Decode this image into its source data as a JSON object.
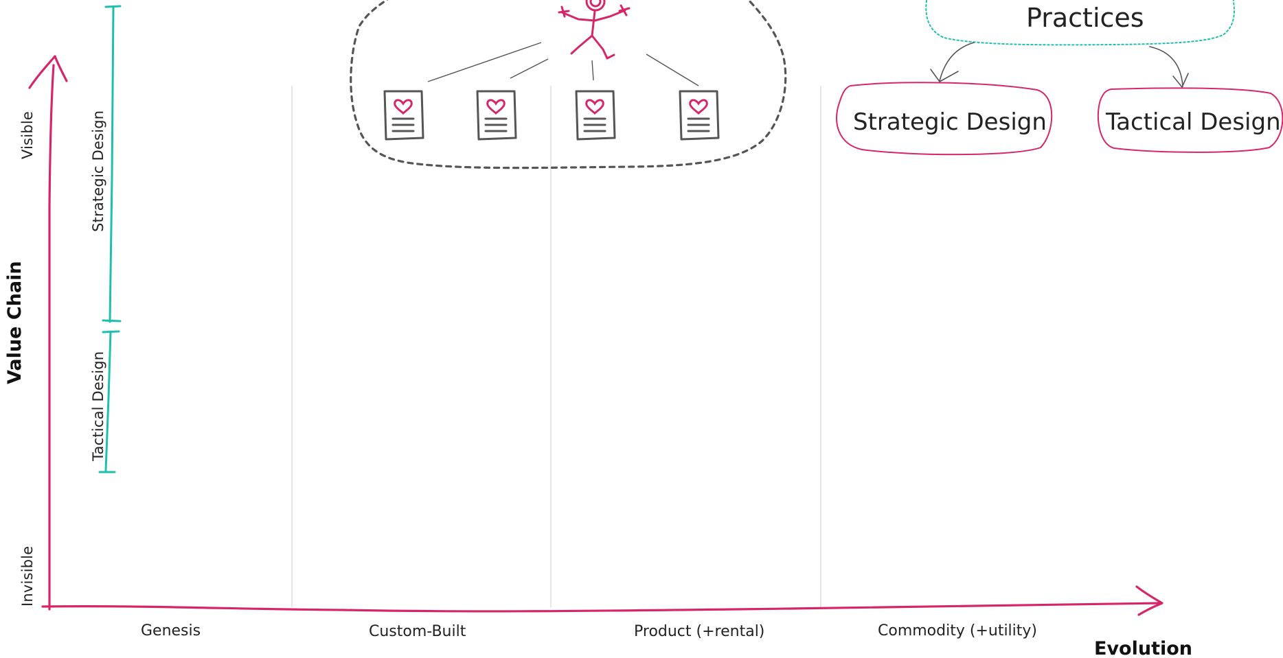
{
  "axes": {
    "y_label": "Value Chain",
    "x_label": "Evolution",
    "y_top": "Visible",
    "y_bottom": "Invisible"
  },
  "stages": [
    "Genesis",
    "Custom-Built",
    "Product (+rental)",
    "Commodity (+utility)"
  ],
  "bracket_labels": {
    "strategic": "Strategic Design",
    "tactical": "Tactical Design"
  },
  "practices": {
    "root": "Practices",
    "children": [
      "Strategic Design",
      "Tactical Design"
    ]
  },
  "colors": {
    "axis": "#d6266a",
    "bracket": "#1fbfae",
    "practices_outline": "#1fbfae",
    "bubble_outline": "#d6266a",
    "icon_stroke": "#555555",
    "dashed_cloud": "#555555",
    "grid_line": "#d9d9d9",
    "heart": "#d6266a",
    "person": "#d6266a"
  },
  "icons": [
    "person-icon",
    "document-heart-icon",
    "document-heart-icon",
    "document-heart-icon",
    "document-heart-icon"
  ]
}
